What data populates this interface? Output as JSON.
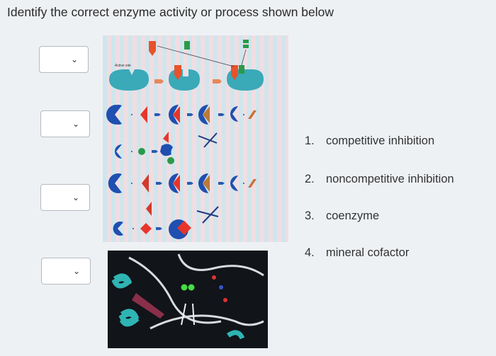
{
  "question": {
    "title": "Identify the correct enzyme activity or process shown below"
  },
  "dropdowns": [
    {
      "value": "",
      "icon": "chevron-down-icon"
    },
    {
      "value": "",
      "icon": "chevron-down-icon"
    },
    {
      "value": "",
      "icon": "chevron-down-icon"
    },
    {
      "value": "",
      "icon": "chevron-down-icon"
    }
  ],
  "figures": {
    "coenzyme_diagram": {
      "label": "Active site"
    }
  },
  "options": [
    {
      "num": "1.",
      "label": "competitive inhibition"
    },
    {
      "num": "2.",
      "label": "noncompetitive inhibition"
    },
    {
      "num": "3.",
      "label": "coenzyme"
    },
    {
      "num": "4.",
      "label": "mineral cofactor"
    }
  ],
  "colors": {
    "enzyme_blue": "#1f4fb0",
    "substrate_red": "#e8352b",
    "teal": "#3aa9b8",
    "green": "#2a9a4a"
  }
}
